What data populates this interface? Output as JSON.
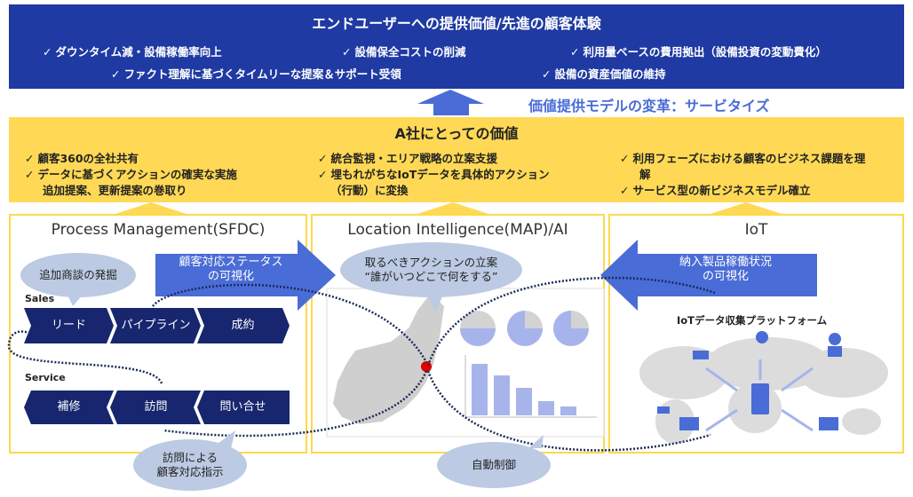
{
  "top": {
    "title": "エンドユーザーへの提供価値/先進の顧客体験",
    "items": [
      "ダウンタイム減・設備稼働率向上",
      "設備保全コストの削減",
      "利用量ベースの費用拠出（設備投資の変動費化）",
      "ファクト理解に基づくタイムリーな提案＆サポート受領",
      "設備の資産価値の維持"
    ]
  },
  "servitize": "価値提供モデルの変革：サービタイズ",
  "company": {
    "title": "A社にとっての価値",
    "col1": [
      "顧客360の全社共有",
      "データに基づくアクションの確実な実施",
      "追加提案、更新提案の巻取り"
    ],
    "col2": [
      "統合監視・エリア戦略の立案支援",
      "埋もれがちなIoTデータを具体的アクション",
      "（行動）に変換"
    ],
    "col3": [
      "利用フェーズにおける顧客のビジネス課題を理",
      "解",
      "サービス型の新ビジネスモデル確立"
    ]
  },
  "panels": {
    "sfdc": "Process Management(SFDC)",
    "map": "Location Intelligence(MAP)/AI",
    "iot": "IoT"
  },
  "sales": {
    "label": "Sales",
    "steps": [
      "リード",
      "パイプライン",
      "成約"
    ]
  },
  "service": {
    "label": "Service",
    "steps": [
      "補修",
      "訪問",
      "問い合せ"
    ]
  },
  "arrows": {
    "left": [
      "顧客対応ステータス",
      "の可視化"
    ],
    "right": [
      "納入製品稼働状況",
      "の可視化"
    ]
  },
  "bubbles": {
    "upsell": "追加商談の発掘",
    "action": [
      "取るべきアクションの立案",
      "“誰がいつどこで何をする”"
    ],
    "visit": [
      "訪問による",
      "顧客対応指示"
    ],
    "auto": "自動制御"
  },
  "iot_platform": "IoTデータ収集プラットフォーム",
  "colors": {
    "navy": "#1f3aa3",
    "blue": "#4a6cd6",
    "yellow": "#ffd955",
    "chevron": "#17266e",
    "bubble": "#bccae3",
    "red": "#e00000"
  }
}
